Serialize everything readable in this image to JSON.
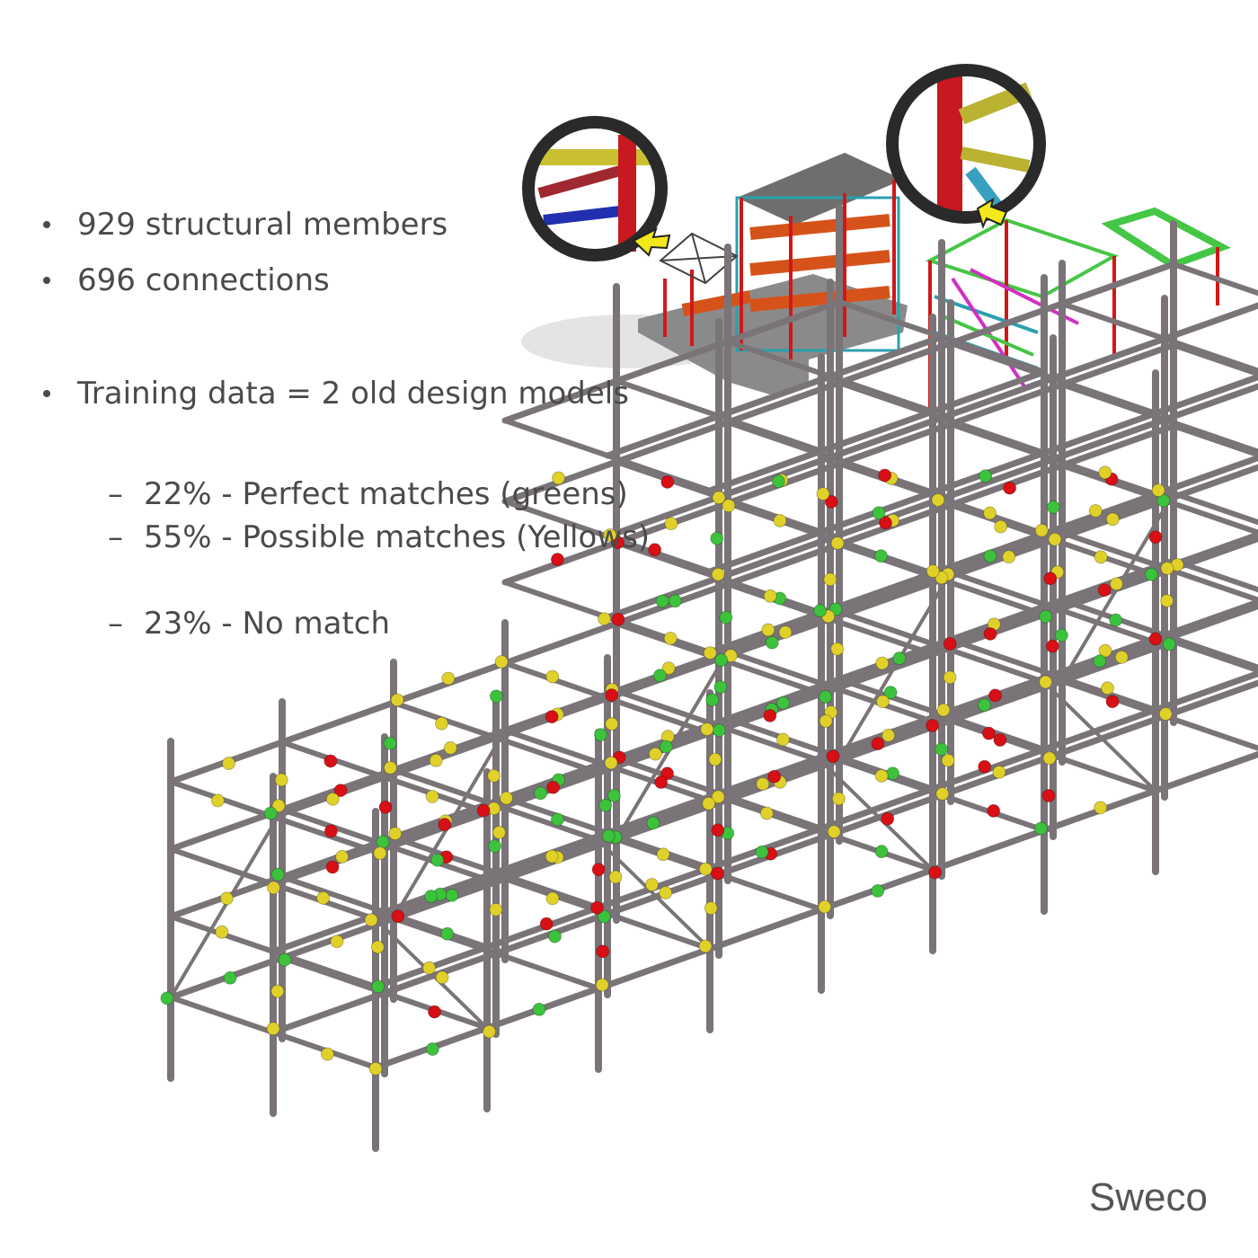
{
  "bullets": [
    {
      "text": "929 structural members"
    },
    {
      "text": "696 connections"
    },
    {
      "text": "Training data =  2 old design models"
    }
  ],
  "sub_dash": "–",
  "sub_items": [
    {
      "text": "22% - Perfect matches (greens)"
    },
    {
      "text": "55% - Possible matches (Yellows)"
    },
    {
      "text": "23% - No match"
    }
  ],
  "brand": "Sweco",
  "colors": {
    "perfect_match": "#3cc23c",
    "possible_match": "#e0d12a",
    "no_match": "#d80f14",
    "steel": "#7a7478"
  }
}
